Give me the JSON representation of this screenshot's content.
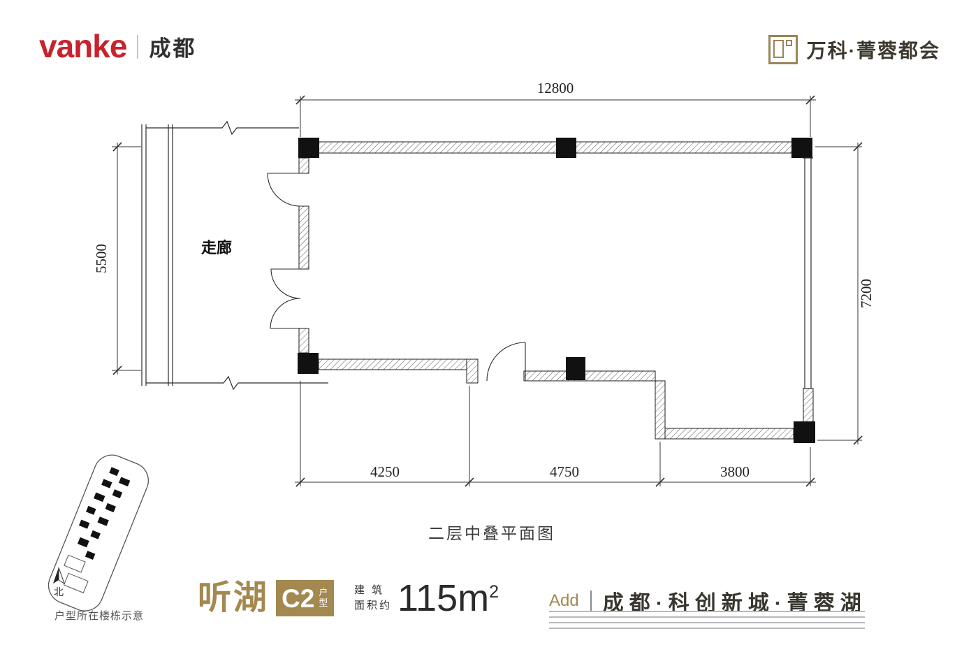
{
  "header": {
    "logo_text": "vanke",
    "city": "成都",
    "project_badge": "万科·菁蓉都会"
  },
  "floorplan": {
    "caption": "二层中叠平面图",
    "corridor_label": "走廊",
    "dim_top": "12800",
    "dim_left": "5500",
    "dim_right": "7200",
    "dim_bottom": [
      "4250",
      "4750",
      "3800"
    ]
  },
  "sitemap": {
    "north": "北",
    "caption": "户型所在楼栋示意"
  },
  "unit": {
    "name": "听湖",
    "type_code": "C2",
    "type_suffix": "户型",
    "area_label_1": "建 筑",
    "area_label_2": "面积约",
    "area_value": "115m",
    "area_exponent": "2",
    "address_prefix": "Add",
    "address": "成都·科创新城·菁蓉湖"
  },
  "colors": {
    "brand_red": "#c8222c",
    "gold": "#a3884f",
    "ink": "#333333"
  }
}
